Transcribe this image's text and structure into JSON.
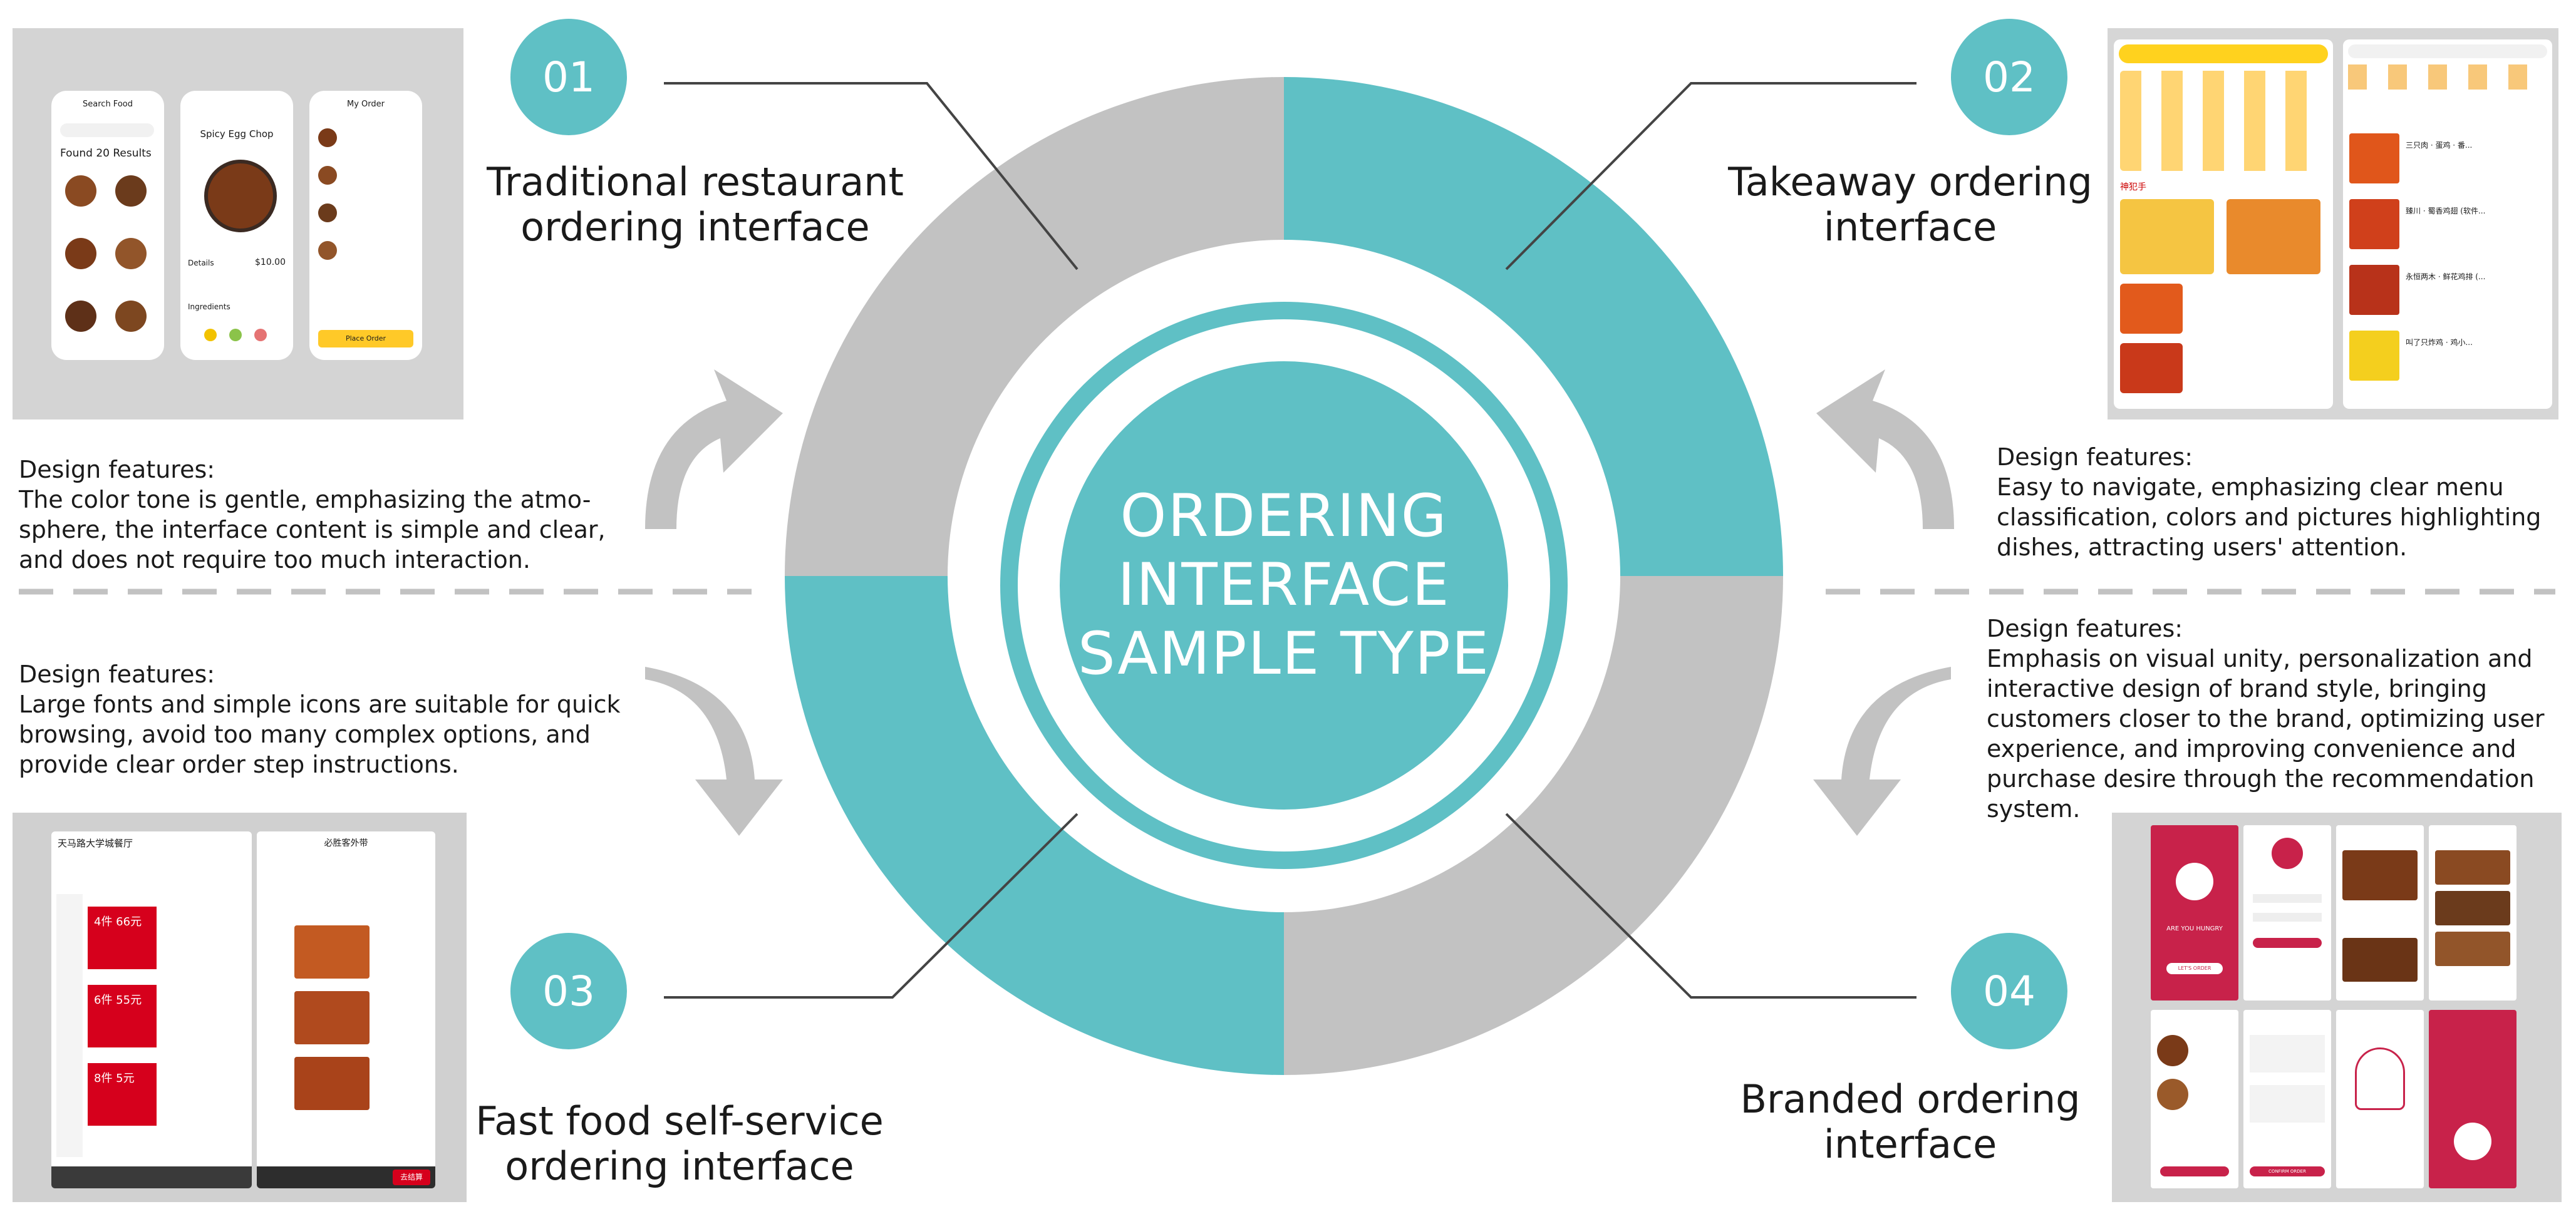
{
  "center": {
    "lines": [
      "ORDERING",
      "INTERFACE",
      "SAMPLE TYPE"
    ]
  },
  "quadrants": [
    {
      "number": "01",
      "title_lines": [
        "Traditional restaurant",
        "ordering interface"
      ],
      "features_label": "Design features:",
      "features_lines": [
        "The color tone is gentle, emphasizing the atmo-",
        "sphere, the interface content is simple and clear,",
        "and does not require too much interaction."
      ]
    },
    {
      "number": "02",
      "title_lines": [
        "Takeaway ordering",
        "interface"
      ],
      "features_label": "Design features:",
      "features_lines": [
        "Easy to navigate, emphasizing clear menu",
        "classification, colors and pictures highlighting",
        "dishes, attracting users' attention."
      ]
    },
    {
      "number": "03",
      "title_lines": [
        "Fast food self-service",
        "ordering interface"
      ],
      "features_label": "Design features:",
      "features_lines": [
        "Large fonts and simple icons are suitable for quick",
        "browsing, avoid too many complex options, and",
        "provide clear order step instructions."
      ]
    },
    {
      "number": "04",
      "title_lines": [
        "Branded ordering",
        "interface"
      ],
      "features_label": "Design features:",
      "features_lines": [
        "Emphasis on visual unity, personalization and",
        "interactive design of brand style, bringing",
        "customers closer to the brand, optimizing user",
        "experience, and improving convenience and",
        "purchase desire through the recommendation",
        "system."
      ]
    }
  ],
  "screens": {
    "traditional": {
      "phone1_title": "Search Food",
      "phone1_heading": "Found 20 Results",
      "phone2_title": "Spicy Egg Chop",
      "phone2_details": "Details",
      "phone2_price": "$10.00",
      "phone2_ingredients": "Ingredients",
      "phone3_title": "My Order",
      "phone3_button": "Place Order"
    },
    "takeaway": {
      "shop_1": "三只肉 · 蛋鸡 · 番...",
      "shop_2": "臻川 · 蜀香鸡翅 (软件...",
      "shop_3": "永恒两木 · 鲜花鸡排 (...",
      "shop_4": "叫了只炸鸡 · 鸡小...",
      "section": "神犯手"
    },
    "fastfood": {
      "restaurant": "天马路大学城餐厅",
      "deal_1": "4件 66元",
      "deal_2": "6件 55元",
      "deal_3": "8件 5元",
      "menu_title": "必胜客外带",
      "total_button": "去结算"
    },
    "branded": {
      "splash_1": "ARE YOU HUNGRY",
      "splash_2": "LET'S ORDER",
      "confirm": "CONFIRM ORDER"
    }
  },
  "colors": {
    "teal": "#5fc0c5",
    "gray": "#c2c2c2",
    "panel_gray": "#d0d0d0",
    "brand_red": "#c8224a",
    "fastfood_red": "#d6001c",
    "takeaway_yellow": "#ffd21e"
  }
}
